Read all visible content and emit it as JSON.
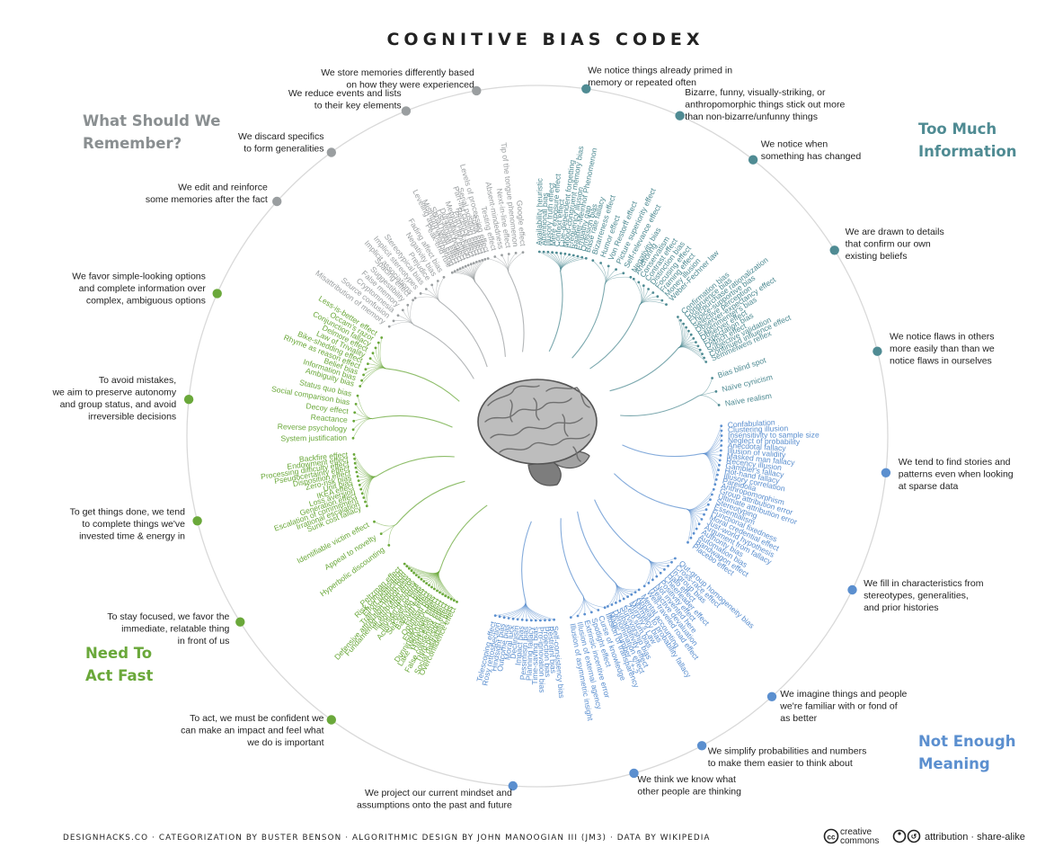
{
  "title": "COGNITIVE BIAS CODEX",
  "footer": {
    "credits": "DESIGNHACKS.CO · CATEGORIZATION BY BUSTER BENSON · ALGORITHMIC DESIGN BY JOHN MANOOGIAN III (JM3) · DATA BY WIKIPEDIA",
    "cc_logo_top": "creative",
    "cc_logo_bottom": "commons",
    "license": "attribution · share-alike"
  },
  "quadrants": [
    {
      "id": "memory",
      "lines": [
        "What Should We",
        "Remember?"
      ],
      "color": "#8a8f91"
    },
    {
      "id": "info",
      "lines": [
        "Too Much",
        "Information"
      ],
      "color": "#4f8b93"
    },
    {
      "id": "meaning",
      "lines": [
        "Not Enough",
        "Meaning"
      ],
      "color": "#5b8fcf"
    },
    {
      "id": "fast",
      "lines": [
        "Need To",
        "Act Fast"
      ],
      "color": "#6aa83a"
    }
  ],
  "colors": {
    "memory": "#9a9ea0",
    "info": "#4f8b93",
    "meaning": "#5b8fcf",
    "fast": "#6aa83a",
    "ring": "#d7d7d7",
    "brain": "#8f8f8f"
  },
  "categories": [
    {
      "q": "info",
      "angle": 8,
      "lines": [
        "We notice things already primed in",
        "memory or repeated often"
      ],
      "biases": [
        "Availability heuristic",
        "Attentional bias",
        "Illusory truth effect",
        "Mere exposure effect",
        "Context effect",
        "Cue-dependent forgetting",
        "Mood-congruent memory bias",
        "Frequency illusion",
        "Baader-Meinhof Phenomenon",
        "Empathy gap",
        "Omission bias",
        "Base rate fallacy"
      ]
    },
    {
      "q": "info",
      "angle": 24,
      "lines": [
        "Bizarre, funny, visually-striking, or",
        "anthropomorphic things stick out more",
        "than non-bizarre/unfunny things"
      ],
      "biases": [
        "Bizarreness effect",
        "Humor effect",
        "Von Restorff effect",
        "Picture superiority effect",
        "Self-relevance effect",
        "Negativity bias"
      ]
    },
    {
      "q": "info",
      "angle": 38,
      "lines": [
        "We notice when",
        "something has changed"
      ],
      "biases": [
        "Anchoring",
        "Conservatism",
        "Contrast effect",
        "Distinction bias",
        "Focusing effect",
        "Framing effect",
        "Money illusion",
        "Weber-Fechner law"
      ]
    },
    {
      "q": "info",
      "angle": 58,
      "lines": [
        "We are drawn to details",
        "that confirm our own",
        "existing beliefs"
      ],
      "biases": [
        "Confirmation bias",
        "Congruence bias",
        "Post-purchase rationalization",
        "Choice-supportive bias",
        "Selective perception",
        "Observer-expectancy effect",
        "Experimenter's bias",
        "Observer effect",
        "Expectation bias",
        "Ostrich effect",
        "Subjective validation",
        "Continued influence effect",
        "Semmelweis reflex"
      ]
    },
    {
      "q": "info",
      "angle": 76,
      "lines": [
        "We notice flaws in others",
        "more easily than than we",
        "notice flaws in ourselves"
      ],
      "biases": [
        "Bias blind spot",
        "Naïve cynicism",
        "Naïve realism"
      ]
    },
    {
      "q": "meaning",
      "angle": 96,
      "lines": [
        "We tend to find stories and",
        "patterns even when looking",
        "at sparse data"
      ],
      "biases": [
        "Confabulation",
        "Clustering illusion",
        "Insensitivity to sample size",
        "Neglect of probability",
        "Anecdotal fallacy",
        "Illusion of validity",
        "Masked man fallacy",
        "Recency illusion",
        "Gambler's fallacy",
        "Hot-hand fallacy",
        "Illusory correlation",
        "Pareidolia",
        "Anthropomorphism"
      ]
    },
    {
      "q": "meaning",
      "angle": 116,
      "lines": [
        "We fill in characteristics from",
        "stereotypes, generalities,",
        "and prior histories"
      ],
      "biases": [
        "Group attribution error",
        "Ultimate attribution error",
        "Stereotyping",
        "Essentialism",
        "Functional fixedness",
        "Moral credential effect",
        "Just-world hypothesis",
        "Argument from fallacy",
        "Authority bias",
        "Automation bias",
        "Bandwagon effect",
        "Placebo effect"
      ]
    },
    {
      "q": "meaning",
      "angle": 138,
      "lines": [
        "We imagine things and people",
        "we're familiar with or fond of",
        "as better"
      ],
      "biases": [
        "Out-group homogeneity bias",
        "Cross-race effect",
        "In-group bias",
        "Halo effect",
        "Cheerleader effect",
        "Positivity effect",
        "Not invented here",
        "Reactive devaluation",
        "Well-traveled road effect"
      ]
    },
    {
      "q": "meaning",
      "angle": 152,
      "lines": [
        "We simplify probabilities and numbers",
        "to make them easier to think about"
      ],
      "biases": [
        "Mental accounting",
        "Appeal to probability fallacy",
        "Normalcy bias",
        "Murphy's Law",
        "Zero sum bias",
        "Survivorship bias",
        "Subadditivity effect",
        "Denomination effect",
        "Magic number 7+-2"
      ]
    },
    {
      "q": "meaning",
      "angle": 164,
      "lines": [
        "We think we know what",
        "other people are thinking"
      ],
      "biases": [
        "Illusion of transparency",
        "Curse of knowledge",
        "Spotlight effect",
        "Extrinsic incentive error",
        "Illusion of external agency",
        "Illusion of asymmetric insight"
      ]
    },
    {
      "q": "meaning",
      "angle": 184,
      "lines": [
        "We project our current mindset and",
        "assumptions onto the past and future"
      ],
      "biases": [
        "Self-consistency bias",
        "Restraint bias",
        "Projection bias",
        "Pro-innovation bias",
        "Time-saving bias",
        "Planning fallacy",
        "Pessimism bias",
        "Impact bias",
        "Declinism",
        "Moral luck",
        "Outcome bias",
        "Hindsight bias",
        "Rosy retrospection",
        "Telescoping effect"
      ]
    },
    {
      "q": "fast",
      "angle": 216,
      "lines": [
        "To act, we must be confident we",
        "can make an impact and feel what",
        "we do is important"
      ],
      "biases": [
        "Overconfidence effect",
        "Social desirability bias",
        "Third-person effect",
        "False consensus effect",
        "Hard-easy effect",
        "Lake Wobegone effect",
        "Dunning-Kruger effect",
        "Egocentric bias",
        "Optimism bias",
        "Forer effect",
        "Barnum effect",
        "Self-serving bias",
        "Actor-observer bias",
        "Illusion of control",
        "Illusory superiority",
        "Fundamental attribution error",
        "Defensive attribution hypothesis",
        "Trait ascription bias",
        "Effort justification",
        "Risk compensation",
        "Peltzman effect"
      ]
    },
    {
      "q": "fast",
      "angle": 238,
      "lines": [
        "To stay focused, we favor the",
        "immediate, relatable thing",
        "in front of us"
      ],
      "biases": [
        "Hyperbolic discounting",
        "Appeal to novelty",
        "Identifiable victim effect"
      ]
    },
    {
      "q": "fast",
      "angle": 256,
      "lines": [
        "To get things done, we tend",
        "to complete things we've",
        "invested time & energy in"
      ],
      "biases": [
        "Sunk cost fallacy",
        "Irrational escalation",
        "Escalation of commitment",
        "Generation effect",
        "Loss aversion",
        "IKEA effect",
        "Unit bias",
        "Zero-risk bias",
        "Disposition effect",
        "Pseudocertainty effect",
        "Processing difficulty effect",
        "Endowment effect",
        "Backfire effect"
      ]
    },
    {
      "q": "fast",
      "angle": 276,
      "lines": [
        "To avoid mistakes,",
        "we aim to preserve autonomy",
        "and group status, and avoid",
        "irreversible decisions"
      ],
      "biases": [
        "System justification",
        "Reverse psychology",
        "Reactance",
        "Decoy effect",
        "Social comparison bias",
        "Status quo bias"
      ]
    },
    {
      "q": "fast",
      "angle": 294,
      "lines": [
        "We favor simple-looking options",
        "and complete information over",
        "complex, ambiguous options"
      ],
      "biases": [
        "Ambiguity bias",
        "Information bias",
        "Belief bias",
        "Rhyme as reason effect",
        "Bike-shedding effect",
        "Law of Triviality",
        "Delmore effect",
        "Conjunction fallacy",
        "Occam's razor",
        "Less-is-better effect"
      ]
    },
    {
      "q": "memory",
      "angle": 312,
      "lines": [
        "We edit and reinforce",
        "some memories after the fact"
      ],
      "biases": [
        "Misattribution of memory",
        "Source confusion",
        "Cryptomnesia",
        "False memory",
        "Suggestibility",
        "Spacing effect"
      ]
    },
    {
      "q": "memory",
      "angle": 324,
      "lines": [
        "We discard specifics",
        "to form generalities"
      ],
      "biases": [
        "Implicit associations",
        "Implicit stereotypes",
        "Stereotypical bias",
        "Prejudice",
        "Negativity bias",
        "Fading affect bias"
      ]
    },
    {
      "q": "memory",
      "angle": 338,
      "lines": [
        "We reduce events and lists",
        "to their key elements"
      ],
      "biases": [
        "Peak-end rule",
        "Leveling and sharpening",
        "Misinformation effect",
        "Serial recall effect",
        "List-length effect",
        "Duration neglect",
        "Modality effect",
        "Memory inhibition",
        "Primacy effect",
        "Recency effect",
        "Part-list cueing effect",
        "Serial position effect",
        "Suffix effect"
      ]
    },
    {
      "q": "memory",
      "angle": 350,
      "lines": [
        "We store memories differently based",
        "on how they were experienced"
      ],
      "biases": [
        "Levels of processing effect",
        "Testing effect",
        "Absent-mindedness",
        "Next-in-line effect",
        "Tip of the tongue phenomenon",
        "Google effect"
      ]
    }
  ]
}
